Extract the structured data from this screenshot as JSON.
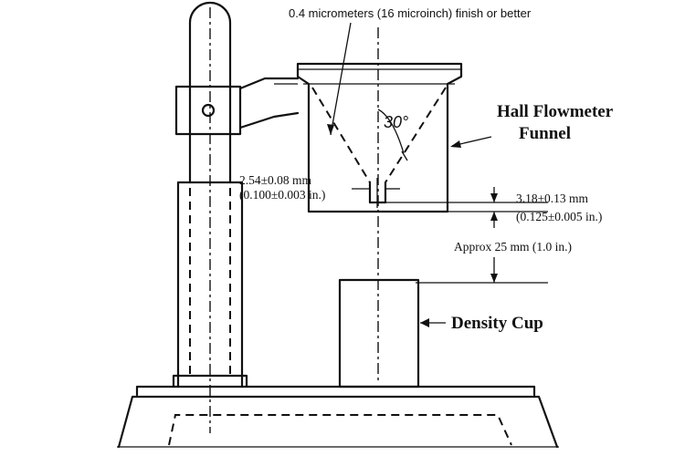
{
  "labels": {
    "finish": "0.4 micrometers (16 microinch) finish or better",
    "funnel_title_1": "Hall Flowmeter",
    "funnel_title_2": "Funnel",
    "angle": "30°",
    "orifice_mm": "2.54±0.08 mm",
    "orifice_in": "(0.100±0.003 in.)",
    "height_mm": "3.18±0.13 mm",
    "height_in": "(0.125±0.005 in.)",
    "gap": "Approx 25 mm (1.0 in.)",
    "cup": "Density Cup"
  }
}
